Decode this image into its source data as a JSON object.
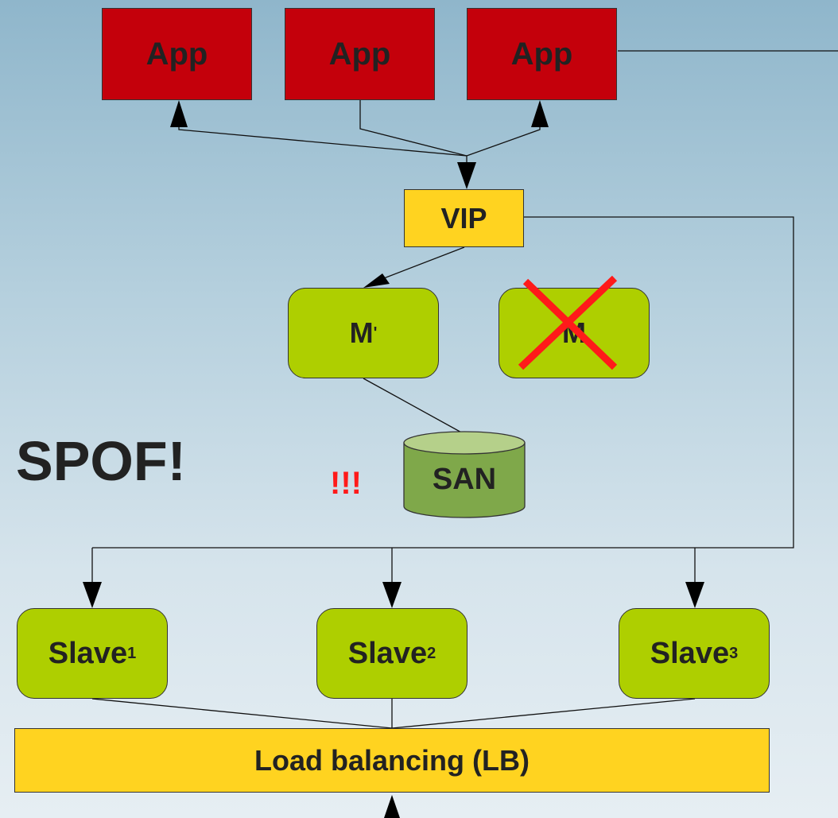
{
  "diagram": {
    "apps": [
      "App",
      "App",
      "App"
    ],
    "vip": "VIP",
    "master_new": {
      "label": "M",
      "mark": "'"
    },
    "master_failed": {
      "label": "M",
      "status": "failed"
    },
    "san": "SAN",
    "spof": "SPOF!",
    "warning": "!!!",
    "slaves": [
      {
        "label": "Slave",
        "index": "1"
      },
      {
        "label": "Slave",
        "index": "2"
      },
      {
        "label": "Slave",
        "index": "3"
      }
    ],
    "lb": "Load balancing (LB)"
  },
  "colors": {
    "app": "#c4000b",
    "vip": "#ffd320",
    "node": "#aecf00",
    "san": "#7fa84a",
    "cross": "#ff1a1a",
    "lb": "#ffd320"
  }
}
